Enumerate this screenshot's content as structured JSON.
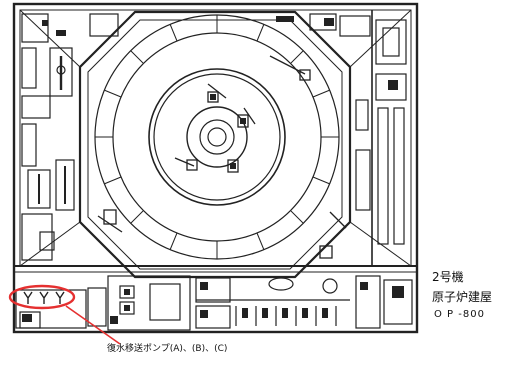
{
  "labels": {
    "unit": "2号機",
    "building": "原子炉建屋",
    "level": "O P  -800",
    "pump_callout": "復水移送ポンプ(A)、(B)、(C)"
  },
  "colors": {
    "line": "#222222",
    "callout": "#e53030",
    "background": "#ffffff"
  }
}
